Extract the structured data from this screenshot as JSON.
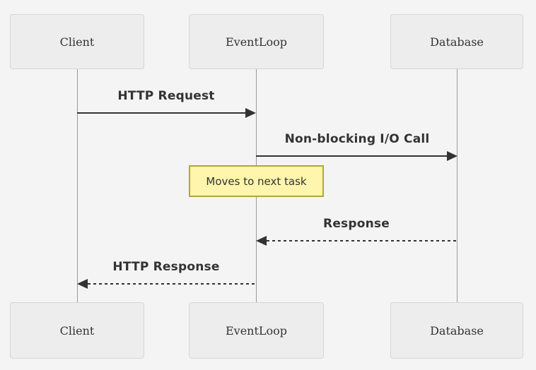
{
  "diagram_type": "sequence-diagram",
  "colors": {
    "bg": "#f4f4f4",
    "actor_fill": "#ededed",
    "actor_border": "#d6d6d6",
    "actor_text": "#333333",
    "lifeline": "#999999",
    "arrow": "#333333",
    "label_text": "#333333",
    "note_fill": "#fff5ad",
    "note_border": "#aaaa33"
  },
  "actors": [
    {
      "name": "Client"
    },
    {
      "name": "EventLoop"
    },
    {
      "name": "Database"
    }
  ],
  "messages": [
    {
      "label": "HTTP Request",
      "from": "Client",
      "to": "EventLoop",
      "line": "solid"
    },
    {
      "label": "Non-blocking I/O Call",
      "from": "EventLoop",
      "to": "Database",
      "line": "solid"
    },
    {
      "label": "Response",
      "from": "Database",
      "to": "EventLoop",
      "line": "dashed"
    },
    {
      "label": "HTTP Response",
      "from": "EventLoop",
      "to": "Client",
      "line": "dashed"
    }
  ],
  "note": {
    "label": "Moves to next task",
    "over": "EventLoop"
  }
}
